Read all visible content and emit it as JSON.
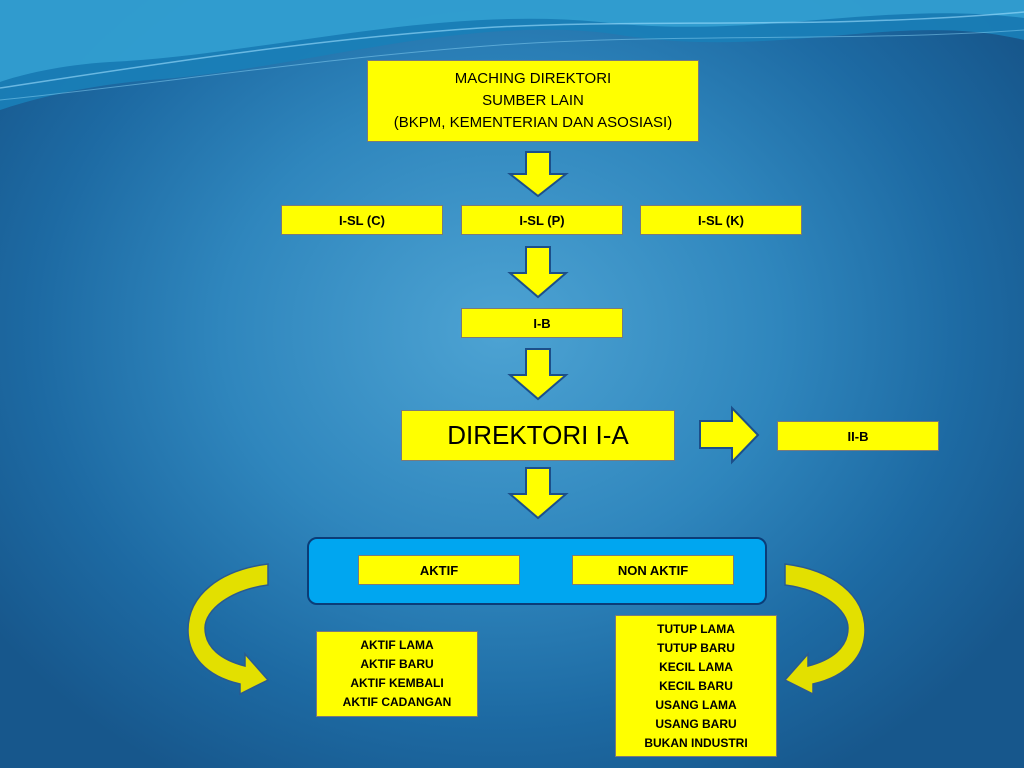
{
  "slide": {
    "title": {
      "line1": "MACHING DIREKTORI",
      "line2": "SUMBER LAIN",
      "line3": "(BKPM, KEMENTERIAN DAN ASOSIASI)"
    },
    "sources": [
      "I-SL (C)",
      "I-SL (P)",
      "I-SL (K)"
    ],
    "ib": "I-B",
    "directory": "DIREKTORI I-A",
    "iib": "II-B",
    "status": {
      "active": "AKTIF",
      "inactive": "NON AKTIF"
    },
    "active_list": [
      "AKTIF LAMA",
      "AKTIF BARU",
      "AKTIF KEMBALI",
      "AKTIF CADANGAN"
    ],
    "inactive_list": [
      "TUTUP LAMA",
      "TUTUP BARU",
      "KECIL LAMA",
      "KECIL BARU",
      "USANG LAMA",
      "USANG BARU",
      "BUKAN INDUSTRI"
    ]
  },
  "colors": {
    "box_fill": "#ffff00",
    "panel_fill": "#00a6f0",
    "background": "#2f86bd",
    "curved_arrow": "#d6d600"
  }
}
